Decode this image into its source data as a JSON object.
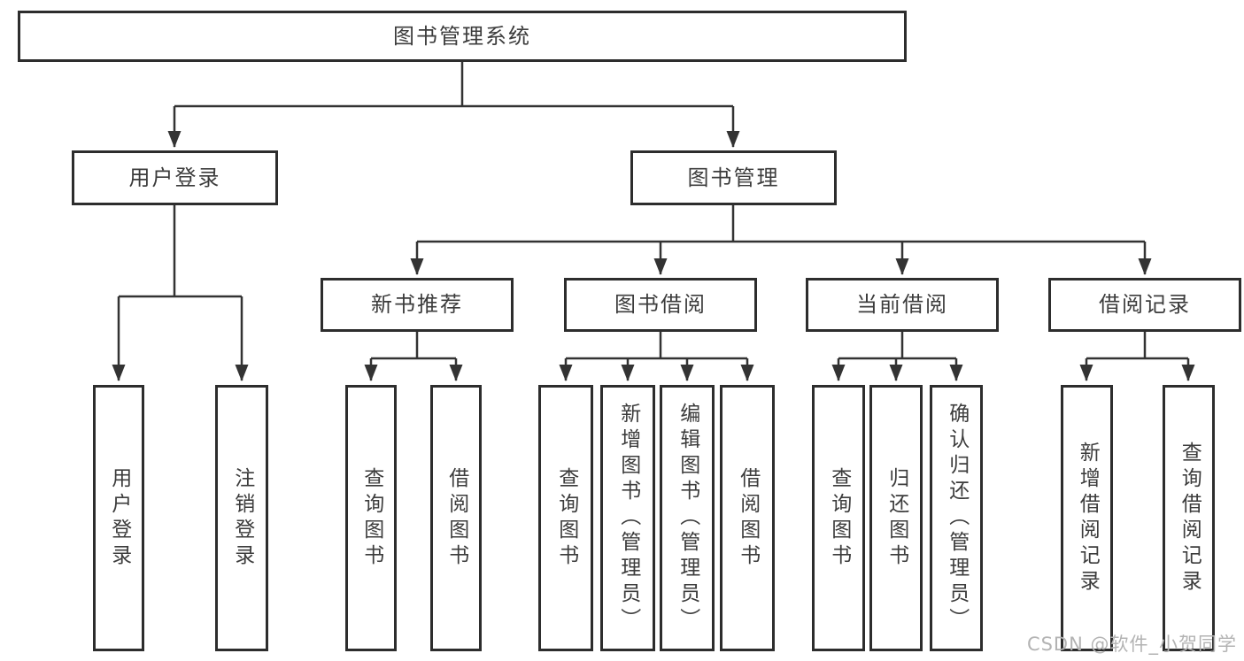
{
  "diagram": {
    "root": {
      "label": "图书管理系统"
    },
    "branches": [
      {
        "label": "用户登录",
        "children": [
          {
            "label": "用户登录"
          },
          {
            "label": "注销登录"
          }
        ]
      },
      {
        "label": "图书管理",
        "children": [
          {
            "label": "新书推荐",
            "children": [
              {
                "label": "查询图书"
              },
              {
                "label": "借阅图书"
              }
            ]
          },
          {
            "label": "图书借阅",
            "children": [
              {
                "label": "查询图书"
              },
              {
                "label": "新增图书（管理员）"
              },
              {
                "label": "编辑图书（管理员）"
              },
              {
                "label": "借阅图书"
              }
            ]
          },
          {
            "label": "当前借阅",
            "children": [
              {
                "label": "查询图书"
              },
              {
                "label": "归还图书"
              },
              {
                "label": "确认归还（管理员）"
              }
            ]
          },
          {
            "label": "借阅记录",
            "children": [
              {
                "label": "新增借阅记录"
              },
              {
                "label": "查询借阅记录"
              }
            ]
          }
        ]
      }
    ]
  },
  "watermark": {
    "text": "CSDN @软件_小贺同学"
  },
  "colors": {
    "line": "#333333",
    "box_border": "#2d2d2d",
    "text": "#3c3c3c",
    "watermark": "#b3b3b3",
    "background": "#ffffff"
  }
}
